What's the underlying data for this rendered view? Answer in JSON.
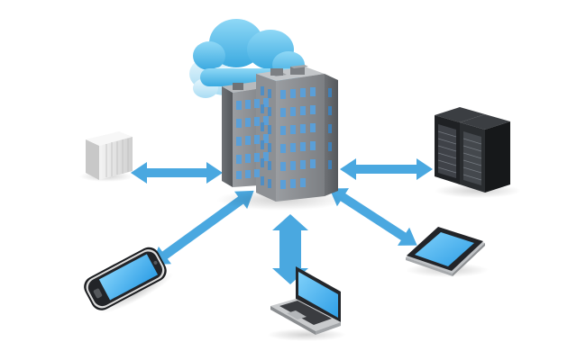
{
  "diagram": {
    "nodes": [
      {
        "id": "cloud",
        "icon": "cloud-icon"
      },
      {
        "id": "office-building",
        "icon": "office-building-icon"
      },
      {
        "id": "desktop-server",
        "icon": "server-tower-icon"
      },
      {
        "id": "server-rack",
        "icon": "server-rack-icon"
      },
      {
        "id": "smartphone",
        "icon": "smartphone-icon"
      },
      {
        "id": "laptop",
        "icon": "laptop-icon"
      },
      {
        "id": "tablet",
        "icon": "tablet-icon"
      }
    ],
    "connections": [
      {
        "from": "office-building",
        "to": "desktop-server",
        "direction": "both"
      },
      {
        "from": "office-building",
        "to": "server-rack",
        "direction": "both"
      },
      {
        "from": "office-building",
        "to": "smartphone",
        "direction": "both"
      },
      {
        "from": "office-building",
        "to": "laptop",
        "direction": "both"
      },
      {
        "from": "office-building",
        "to": "tablet",
        "direction": "both"
      }
    ],
    "colors": {
      "arrow": "#4aa8e0",
      "screen": "#48b4f2",
      "cloud": "#5fc4ee",
      "building": "#8a8d91",
      "window": "#5a9fd8",
      "rack": "#1f2124"
    }
  }
}
